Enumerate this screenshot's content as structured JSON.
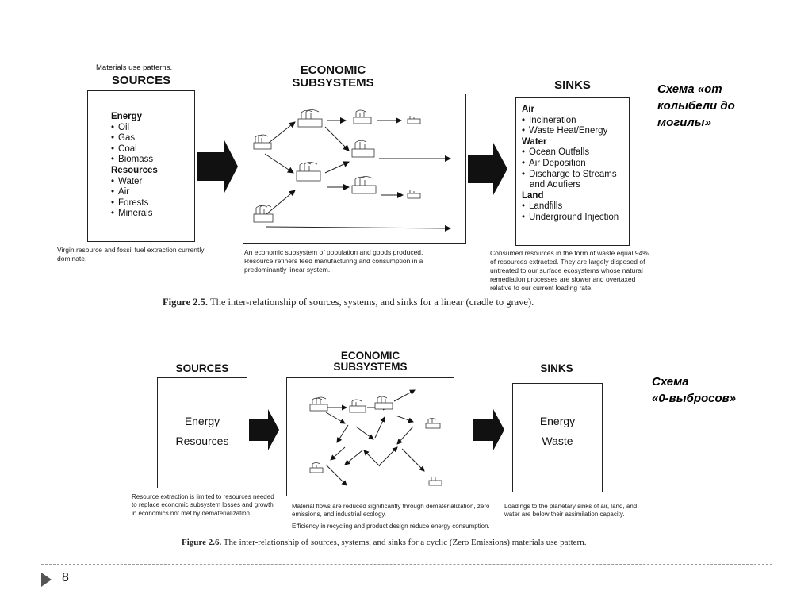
{
  "fig1": {
    "top_note": "Materials use patterns.",
    "sources_title": "SOURCES",
    "econ_title_1": "ECONOMIC",
    "econ_title_2": "SUBSYSTEMS",
    "sinks_title": "SINKS",
    "sources_list": [
      {
        "text": "Energy",
        "type": "heading"
      },
      {
        "text": "Oil",
        "type": "bullet"
      },
      {
        "text": "Gas",
        "type": "bullet"
      },
      {
        "text": "Coal",
        "type": "bullet"
      },
      {
        "text": "Biomass",
        "type": "bullet"
      },
      {
        "text": "Resources",
        "type": "heading"
      },
      {
        "text": "Water",
        "type": "bullet"
      },
      {
        "text": "Air",
        "type": "bullet"
      },
      {
        "text": "Forests",
        "type": "bullet"
      },
      {
        "text": "Minerals",
        "type": "bullet"
      }
    ],
    "sinks_list": [
      {
        "text": "Air",
        "type": "heading"
      },
      {
        "text": "Incineration",
        "type": "bullet"
      },
      {
        "text": "Waste Heat/Energy",
        "type": "bullet"
      },
      {
        "text": "Water",
        "type": "heading"
      },
      {
        "text": "Ocean Outfalls",
        "type": "bullet"
      },
      {
        "text": "Air Deposition",
        "type": "bullet"
      },
      {
        "text": "Discharge to Streams",
        "type": "bullet"
      },
      {
        "text": "and Aqufiers",
        "type": "continuation"
      },
      {
        "text": "Land",
        "type": "heading"
      },
      {
        "text": "Landfills",
        "type": "bullet"
      },
      {
        "text": "Underground Injection",
        "type": "bullet"
      }
    ],
    "sources_caption": [
      "Virgin resource and fossil fuel extraction currently",
      "dominate."
    ],
    "econ_caption": [
      "An economic subsystem of population and goods produced.",
      "Resource refiners feed manufacturing and consumption in a",
      "predominantly linear system."
    ],
    "sinks_caption": [
      "Consumed resources in the form of waste equal 94%",
      "of resources extracted.  They are largely disposed of",
      "untreated to our surface ecosystems whose natural",
      "remediation processes are slower and overtaxed",
      "relative to our current loading rate."
    ],
    "figure_label": "Figure 2.5.",
    "figure_text": "The inter-relationship of sources, systems, and sinks for a linear (cradle to grave)."
  },
  "fig2": {
    "sources_title": "SOURCES",
    "econ_title_1": "ECONOMIC",
    "econ_title_2": "SUBSYSTEMS",
    "sinks_title": "SINKS",
    "sources_items": [
      "Energy",
      "Resources"
    ],
    "sinks_items": [
      "Energy",
      "Waste"
    ],
    "sources_caption": [
      "Resource extraction is limited to resources needed",
      "to replace economic subsystem losses and growth",
      "in economics not met by dematerialization."
    ],
    "econ_caption_1": [
      "Material flows are reduced significantly through dematerialization, zero",
      "emissions, and industrial ecology."
    ],
    "econ_caption_2": "Efficiency in recycling and product design reduce energy consumption.",
    "sinks_caption": [
      "Loadings to the planetary sinks of air, land, and",
      "water are below their assimilation capacity."
    ],
    "figure_label": "Figure 2.6.",
    "figure_text": "The inter-relationship of sources, systems, and sinks for a cyclic (Zero Emissions) materials use pattern."
  },
  "notes": {
    "note1": [
      "Схема  «от",
      "колыбели до",
      "могилы»"
    ],
    "note2": [
      "Схема",
      "«0-выбросов»"
    ]
  },
  "footer": {
    "page_number": "8"
  },
  "colors": {
    "line": "#222222",
    "dash": "#999999",
    "slide_marker": "#555555"
  }
}
